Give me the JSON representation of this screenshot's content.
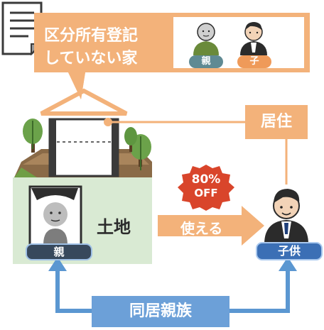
{
  "callout": {
    "line1": "区分所有登記",
    "line2": "していない家"
  },
  "parent_label": "親",
  "child_label": "子",
  "residence_label": "居住",
  "land_label": "土地",
  "discount_badge": {
    "line1": "80%",
    "line2": "OFF"
  },
  "usable_label": "使える",
  "grandparent_label": "親",
  "children_label": "子供",
  "cohabiting_relatives_label": "同居親族",
  "colors": {
    "orange": "#f3b27a",
    "deep_orange": "#ef9a59",
    "blue": "#5b97d1",
    "dark_blue": "#3b6fb5",
    "land_green": "#d9ead3",
    "badge_red": "#d9452b",
    "navy": "#37485c"
  }
}
